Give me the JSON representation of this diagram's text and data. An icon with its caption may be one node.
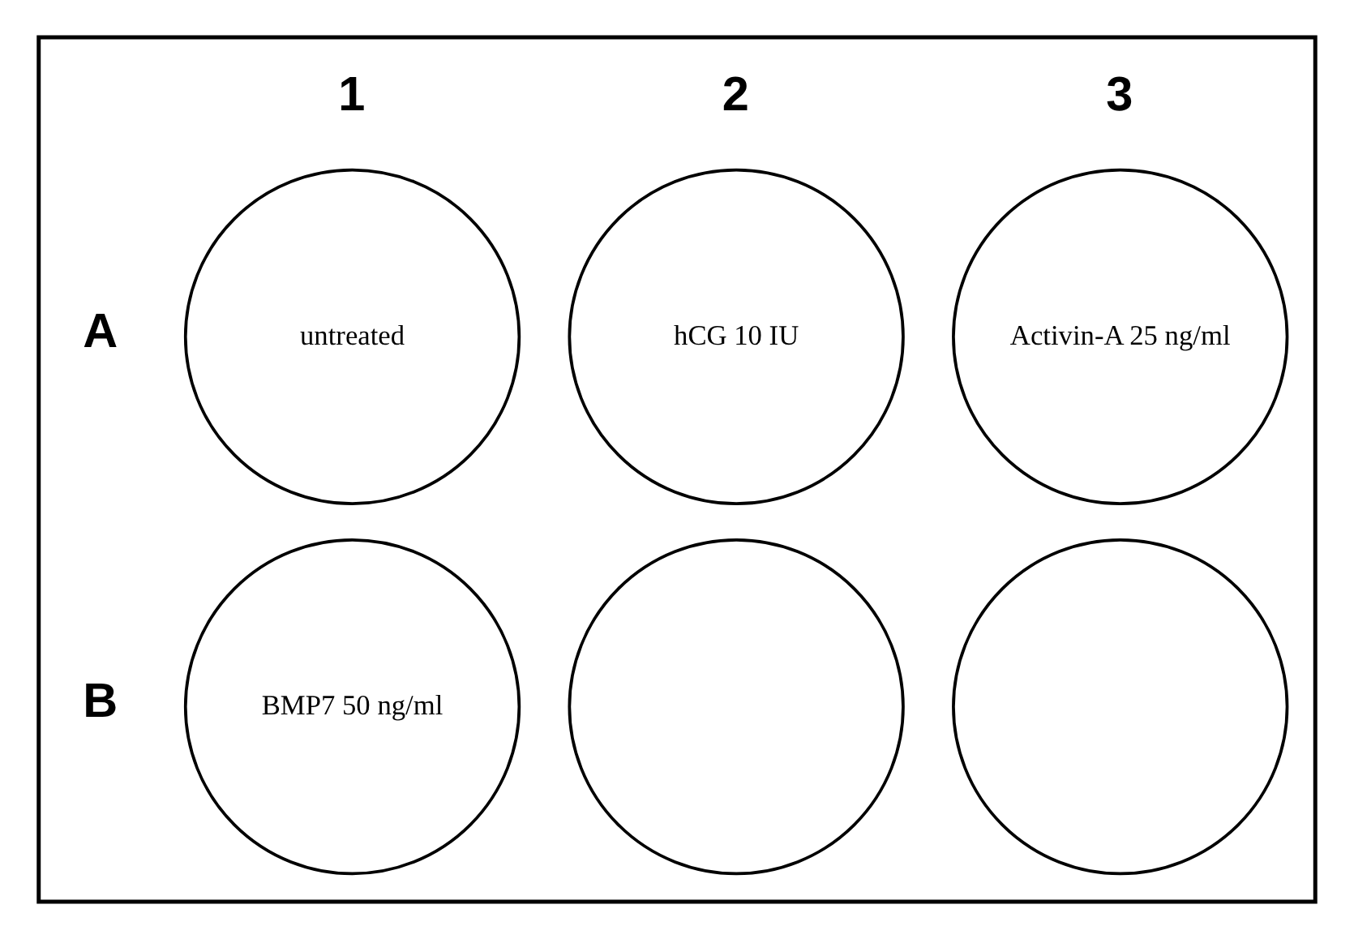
{
  "diagram": {
    "nodes": [
      {
        "text": [],
        "shape": "box"
      },
      {
        "text": [
          "untreated"
        ],
        "in": 0
      },
      {
        "text": [
          "hCG 10 IU"
        ],
        "in": 0
      },
      {
        "text": [
          "Activin-A 25 ng/ml"
        ],
        "in": 0
      },
      {
        "text": [
          "BMP7 50 ng/ml"
        ],
        "in": 0
      },
      {
        "text": [],
        "shape": "circle",
        "in": 0
      },
      {
        "text": [],
        "shape": "circle",
        "in": 0
      }
    ],
    "edges": [],
    "labels": [
      "1",
      "2",
      "3",
      "A",
      "B"
    ]
  }
}
